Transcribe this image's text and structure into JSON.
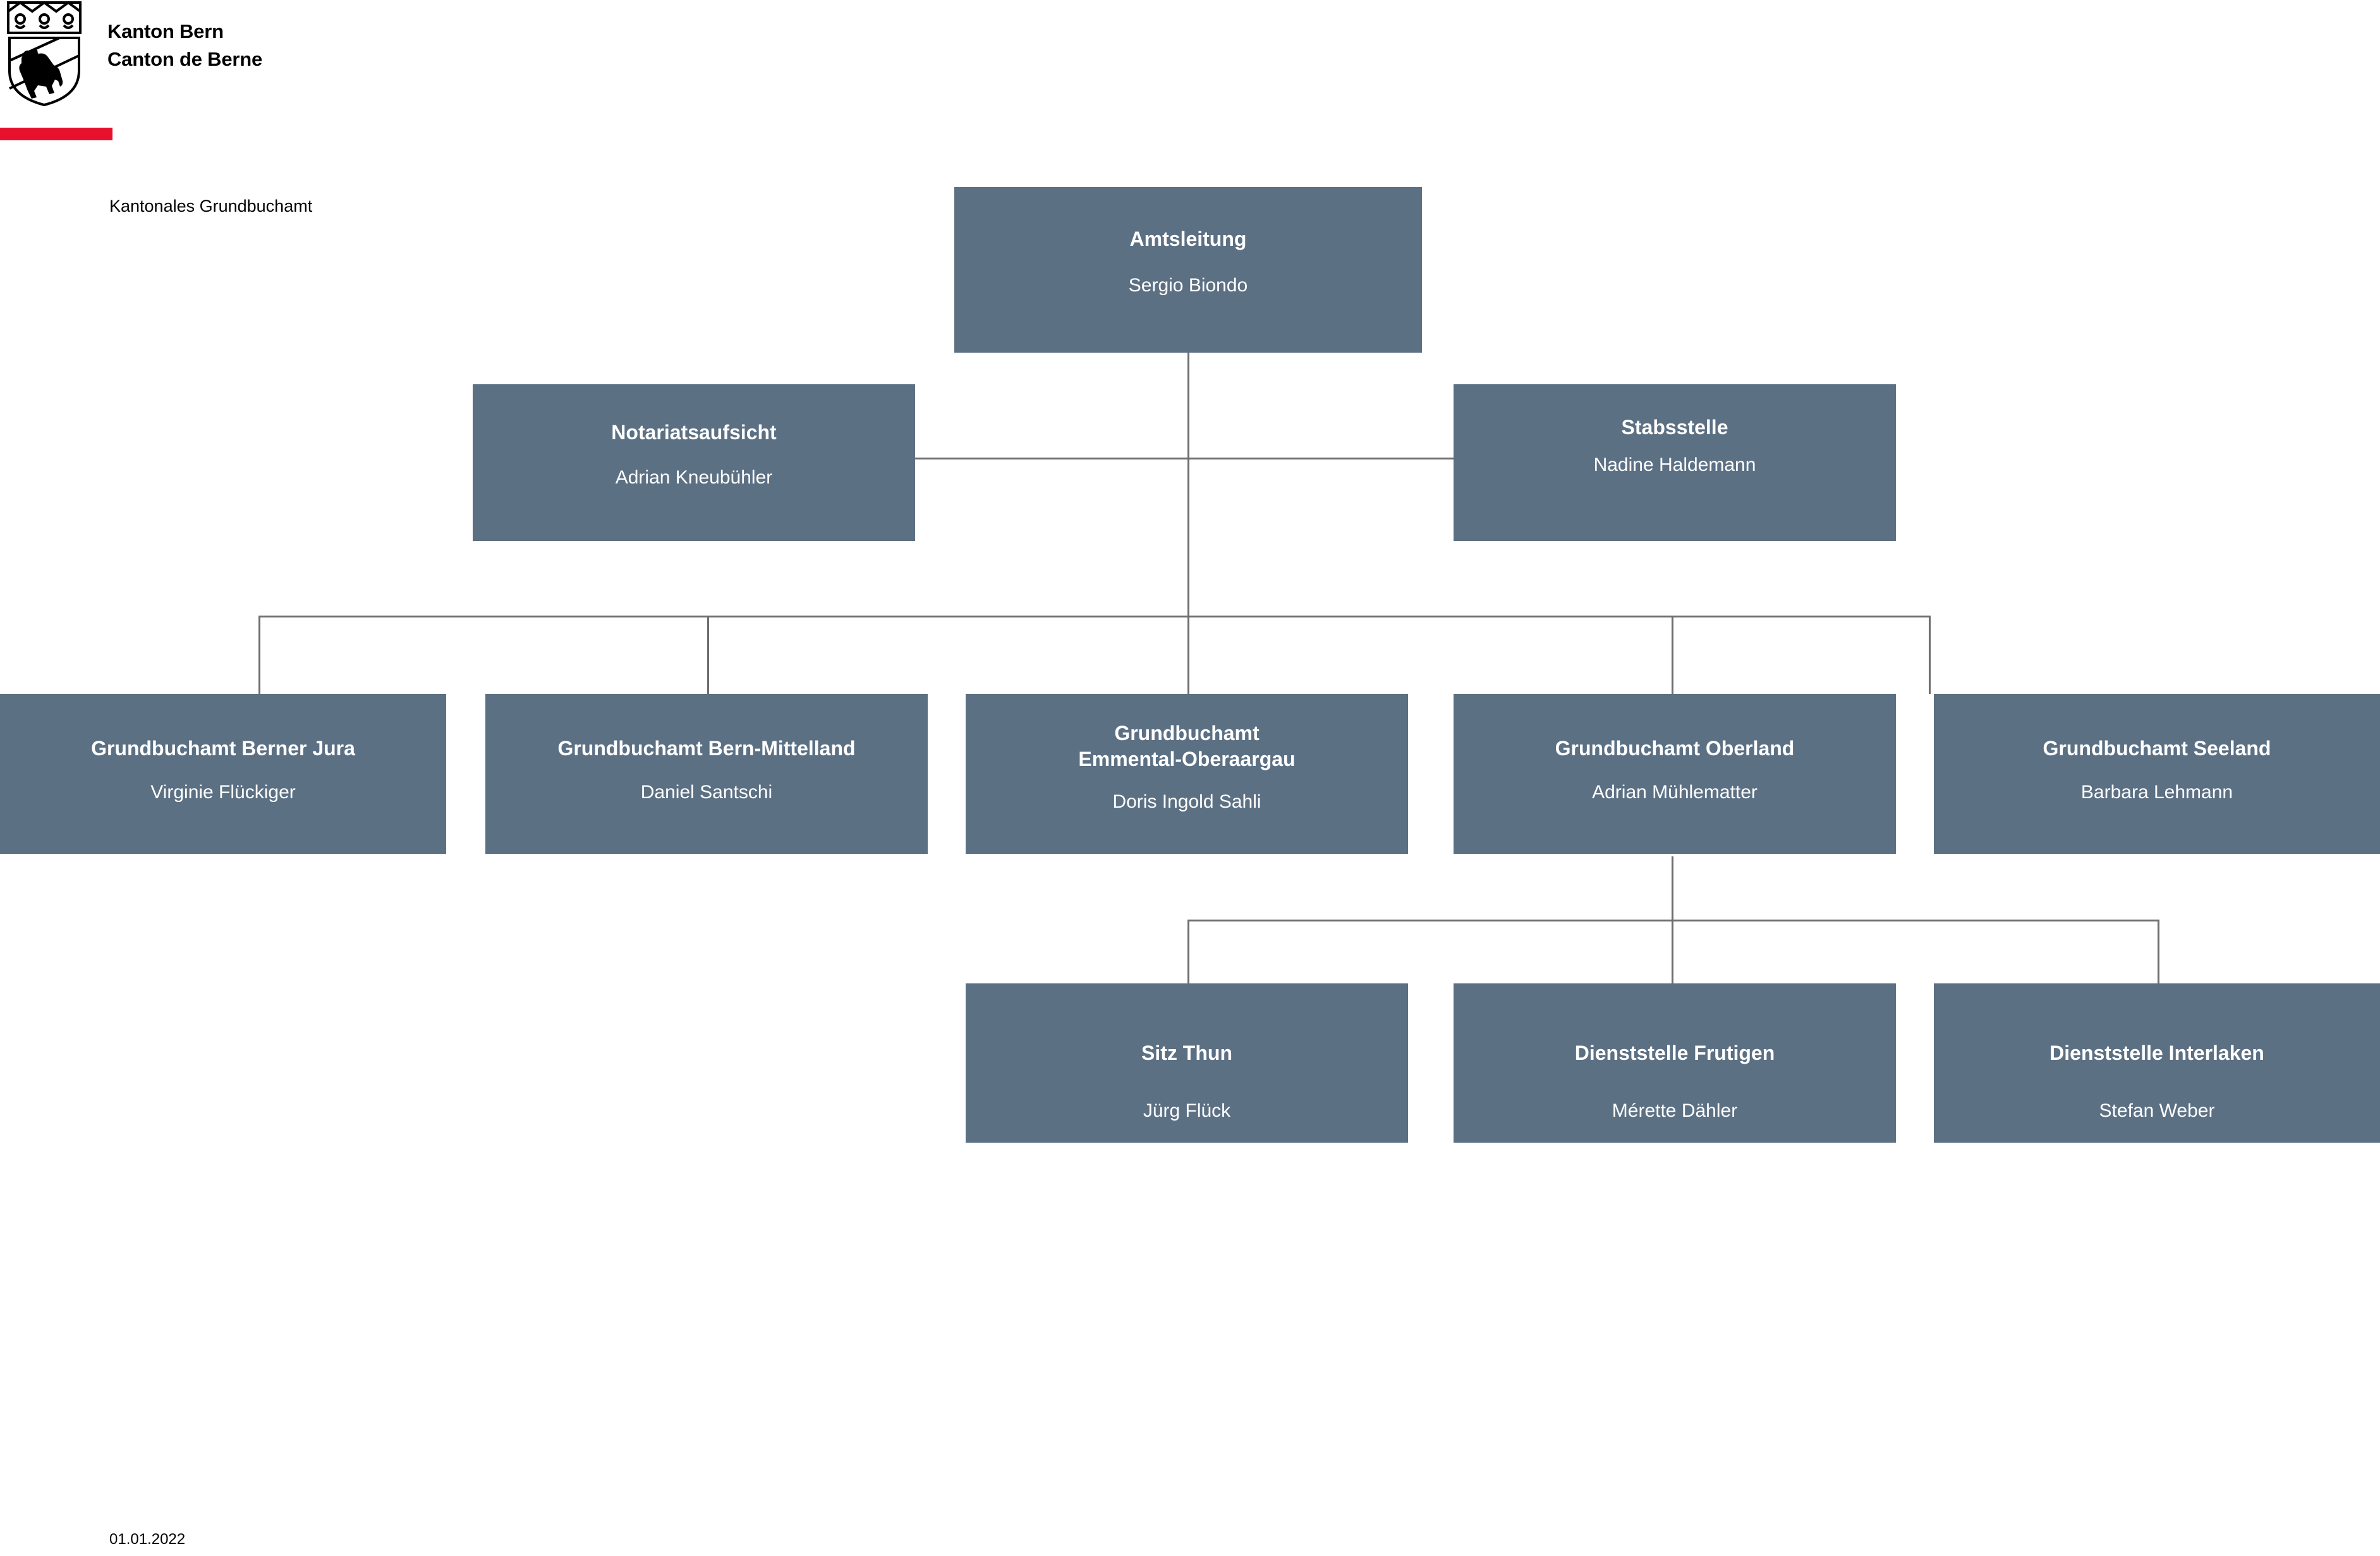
{
  "header": {
    "logo_line1": "Kanton Bern",
    "logo_line2": "Canton de Berne",
    "crest_icon": "bern-bear-coat-of-arms",
    "accent_color": "#E8112D"
  },
  "unit_caption": "Kantonales Grundbuchamt",
  "footer": {
    "date": "01.01.2022"
  },
  "theme": {
    "node_fill": "#5C7084",
    "node_text": "#FFFFFF",
    "connector": "#6E6E6E"
  },
  "chart_data": {
    "type": "diagram",
    "subtype": "org-chart",
    "title": "Kantonales Grundbuchamt",
    "nodes": [
      {
        "id": "amtsleitung",
        "title": "Amtsleitung",
        "person": "Sergio Biondo",
        "level": 0
      },
      {
        "id": "notariat",
        "title": "Notariatsaufsicht",
        "person": "Adrian Kneubühler",
        "level": 1
      },
      {
        "id": "stabsstelle",
        "title": "Stabsstelle",
        "person": "Nadine Haldemann",
        "level": 1
      },
      {
        "id": "berner-jura",
        "title": "Grundbuchamt Berner Jura",
        "person": "Virginie Flückiger",
        "level": 2
      },
      {
        "id": "mittelland",
        "title": "Grundbuchamt Bern-Mittelland",
        "person": "Daniel Santschi",
        "level": 2
      },
      {
        "id": "emmental",
        "title": "Grundbuchamt\nEmmental-Oberaargau",
        "person": "Doris Ingold Sahli",
        "level": 2
      },
      {
        "id": "oberland",
        "title": "Grundbuchamt Oberland",
        "person": "Adrian Mühlematter",
        "level": 2
      },
      {
        "id": "seeland",
        "title": "Grundbuchamt Seeland",
        "person": "Barbara Lehmann",
        "level": 2
      },
      {
        "id": "thun",
        "title": "Sitz Thun",
        "person": "Jürg Flück",
        "level": 3
      },
      {
        "id": "frutigen",
        "title": "Dienststelle Frutigen",
        "person": "Mérette Dähler",
        "level": 3
      },
      {
        "id": "interlaken",
        "title": "Dienststelle Interlaken",
        "person": "Stefan Weber",
        "level": 3
      }
    ],
    "edges": [
      {
        "from": "amtsleitung",
        "to": "notariat"
      },
      {
        "from": "amtsleitung",
        "to": "stabsstelle"
      },
      {
        "from": "amtsleitung",
        "to": "berner-jura"
      },
      {
        "from": "amtsleitung",
        "to": "mittelland"
      },
      {
        "from": "amtsleitung",
        "to": "emmental"
      },
      {
        "from": "amtsleitung",
        "to": "oberland"
      },
      {
        "from": "amtsleitung",
        "to": "seeland"
      },
      {
        "from": "oberland",
        "to": "thun"
      },
      {
        "from": "oberland",
        "to": "frutigen"
      },
      {
        "from": "oberland",
        "to": "interlaken"
      }
    ]
  }
}
